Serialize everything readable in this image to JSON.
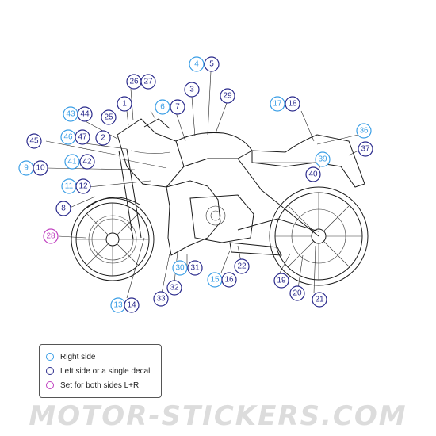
{
  "colors": {
    "right_side": "#3a9ee6",
    "left_side": "#2a2a8c",
    "both_sides": "#c040c0",
    "outline": "#1a1a1a"
  },
  "legend": {
    "items": [
      {
        "label": "Right side",
        "color": "#3a9ee6"
      },
      {
        "label": "Left side or a single decal",
        "color": "#2a2a8c"
      },
      {
        "label": "Set for both sides L+R",
        "color": "#c040c0"
      }
    ]
  },
  "callouts": [
    {
      "label": "1",
      "side": "left"
    },
    {
      "label": "2",
      "side": "left"
    },
    {
      "label": "3",
      "side": "left"
    },
    {
      "label": "4",
      "side": "right"
    },
    {
      "label": "5",
      "side": "left"
    },
    {
      "label": "6",
      "side": "right"
    },
    {
      "label": "7",
      "side": "left"
    },
    {
      "label": "8",
      "side": "left"
    },
    {
      "label": "9",
      "side": "right"
    },
    {
      "label": "10",
      "side": "left"
    },
    {
      "label": "11",
      "side": "right"
    },
    {
      "label": "12",
      "side": "left"
    },
    {
      "label": "13",
      "side": "right"
    },
    {
      "label": "14",
      "side": "left"
    },
    {
      "label": "15",
      "side": "right"
    },
    {
      "label": "16",
      "side": "left"
    },
    {
      "label": "17",
      "side": "right"
    },
    {
      "label": "18",
      "side": "left"
    },
    {
      "label": "19",
      "side": "left"
    },
    {
      "label": "20",
      "side": "left"
    },
    {
      "label": "21",
      "side": "left"
    },
    {
      "label": "22",
      "side": "left"
    },
    {
      "label": "25",
      "side": "left"
    },
    {
      "label": "26",
      "side": "left"
    },
    {
      "label": "27",
      "side": "left"
    },
    {
      "label": "28",
      "side": "both"
    },
    {
      "label": "29",
      "side": "left"
    },
    {
      "label": "30",
      "side": "right"
    },
    {
      "label": "31",
      "side": "left"
    },
    {
      "label": "32",
      "side": "left"
    },
    {
      "label": "33",
      "side": "left"
    },
    {
      "label": "36",
      "side": "right"
    },
    {
      "label": "37",
      "side": "left"
    },
    {
      "label": "39",
      "side": "right"
    },
    {
      "label": "40",
      "side": "left"
    },
    {
      "label": "41",
      "side": "right"
    },
    {
      "label": "42",
      "side": "left"
    },
    {
      "label": "43",
      "side": "right"
    },
    {
      "label": "44",
      "side": "left"
    },
    {
      "label": "45",
      "side": "left"
    },
    {
      "label": "46",
      "side": "right"
    },
    {
      "label": "47",
      "side": "left"
    }
  ],
  "watermark": "MOTOR-STICKERS.COM"
}
